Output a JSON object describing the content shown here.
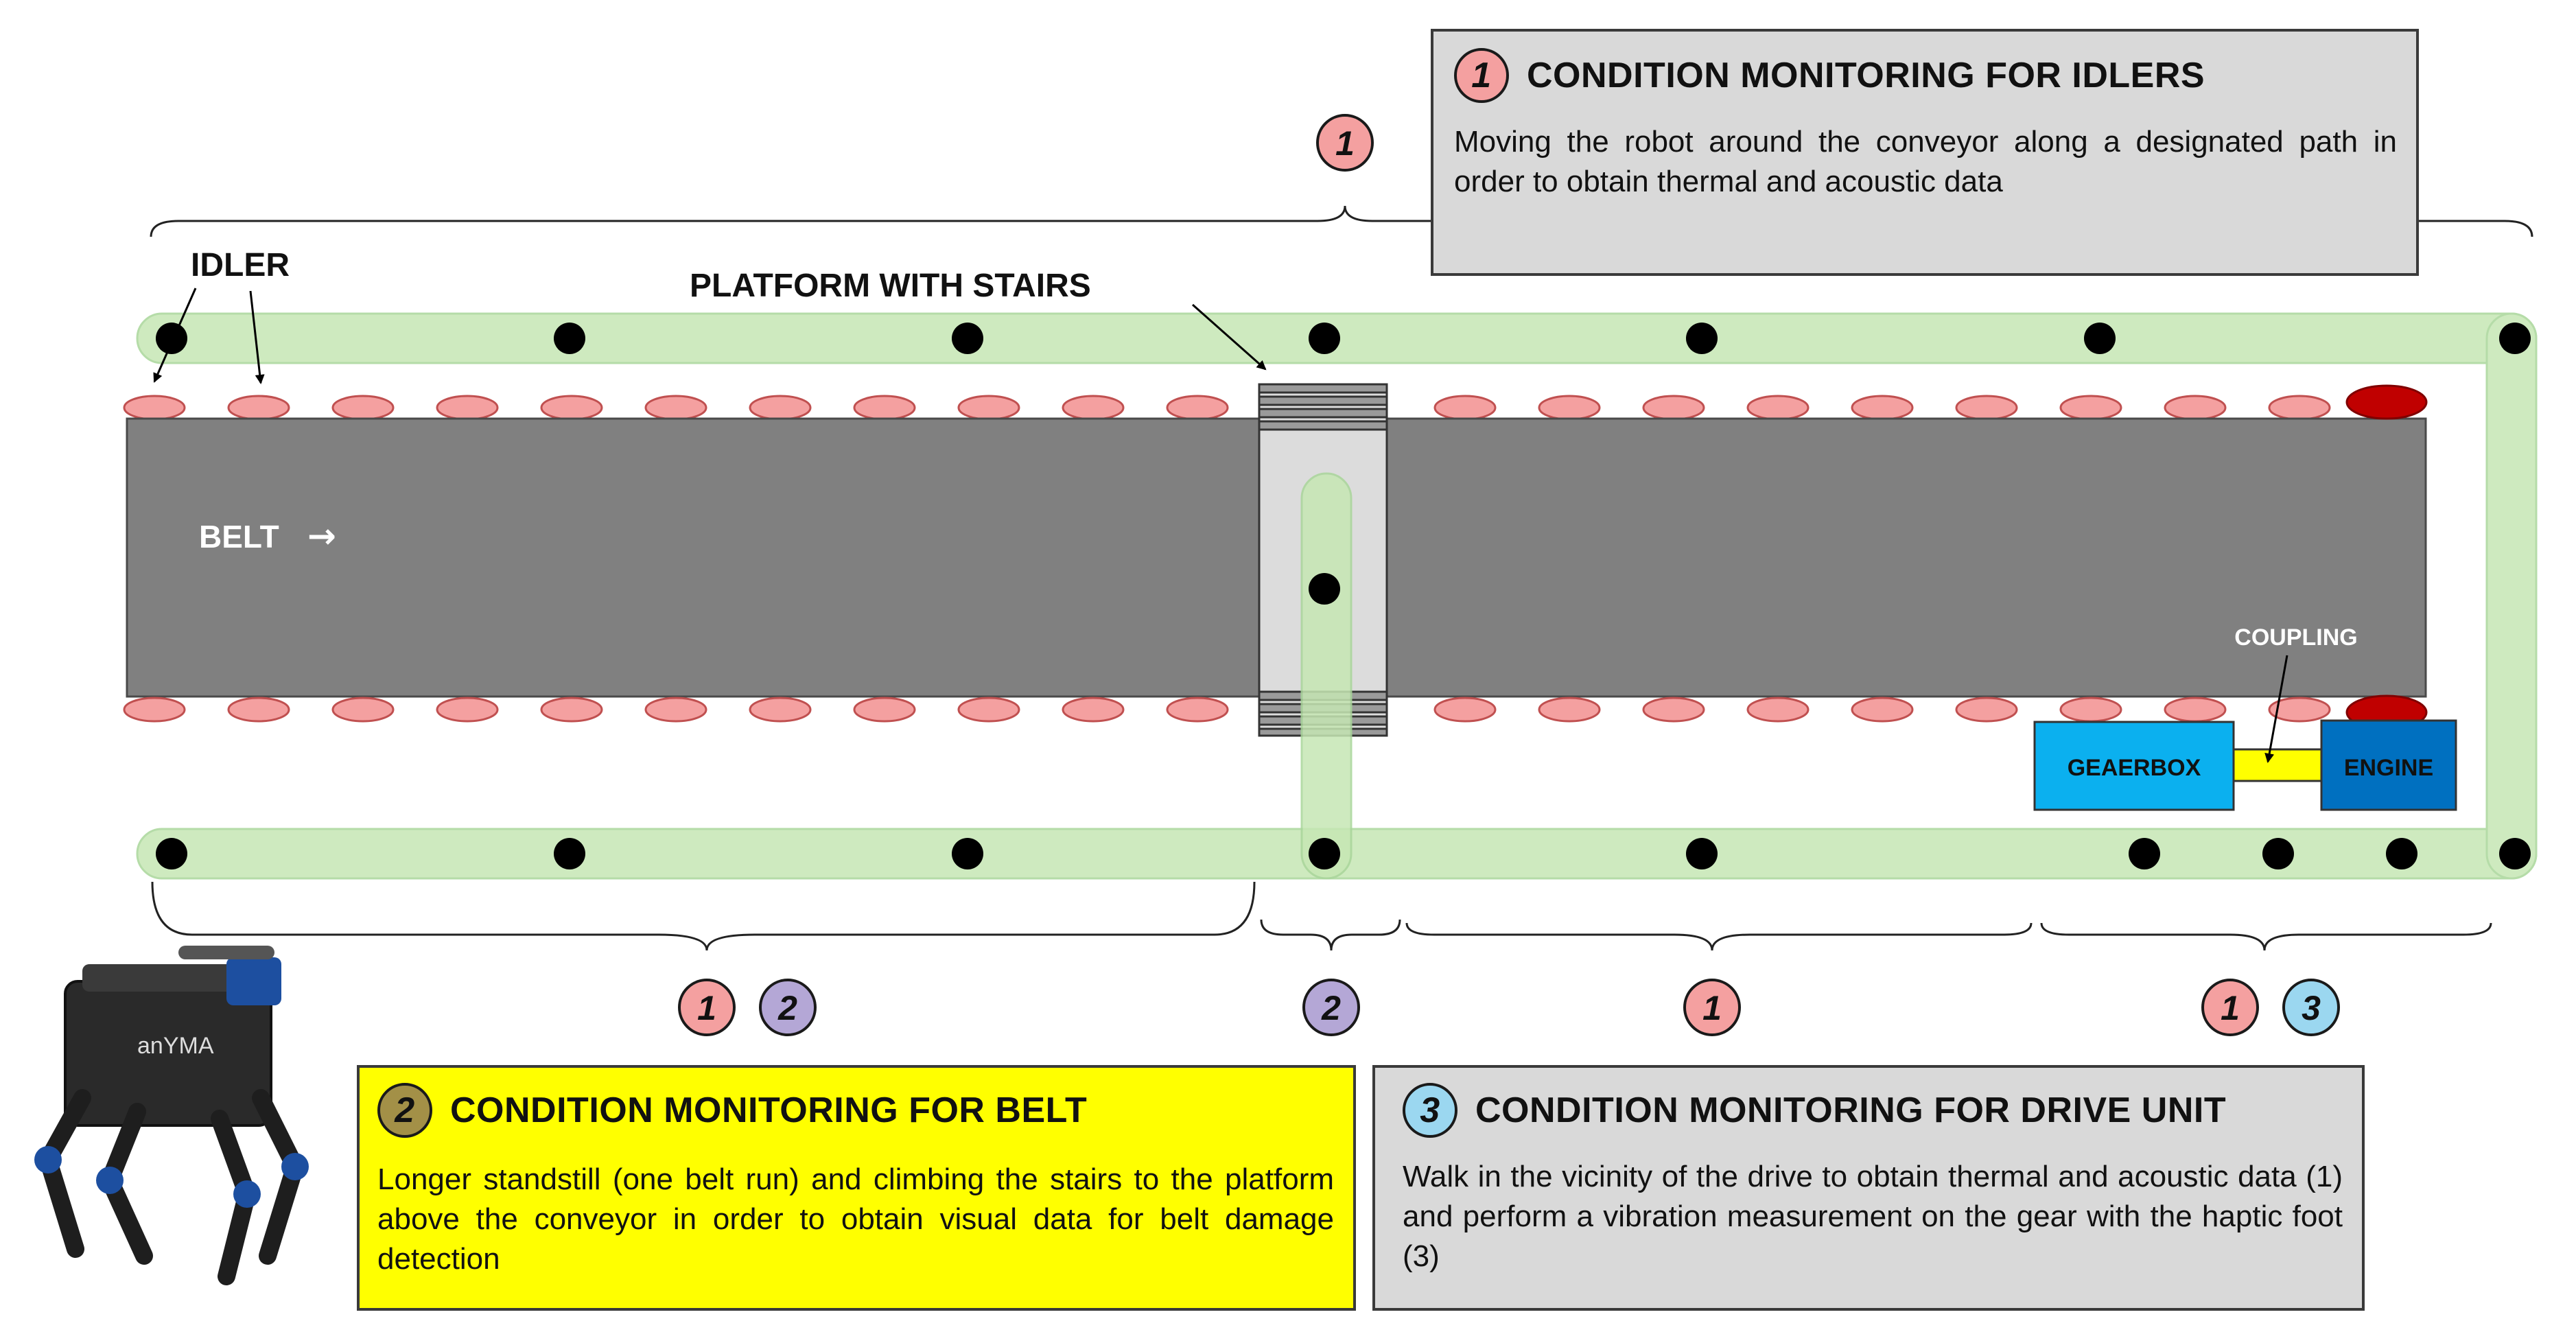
{
  "colors": {
    "belt": "#808080",
    "idler": "#f4a0a0",
    "drive_idler": "#c00000",
    "path": "#c6e7b4",
    "waypoint": "#000000",
    "gearbox": "#0bb0ef",
    "engine": "#0070c0",
    "coupling": "#ffff00",
    "badge_idler": "#f4a0a0",
    "badge_belt": "#b4a7d6",
    "badge_drive": "#9bd7f0",
    "badge_belt_header": "#a39047",
    "box_gray": "#d9d9d9",
    "box_yellow": "#ffff00"
  },
  "labels": {
    "idler": "IDLER",
    "platform": "PLATFORM WITH STAIRS",
    "belt": "BELT",
    "belt_arrow": "→",
    "coupling": "COUPLING",
    "gearbox": "GEAERBOX",
    "engine": "ENGINE",
    "robot_logo": "anYMA"
  },
  "badges": {
    "top": "1",
    "g1a": "1",
    "g1b": "2",
    "g2": "2",
    "g3": "1",
    "g4a": "1",
    "g4b": "3"
  },
  "boxes": {
    "idlers": {
      "number": "1",
      "title": "CONDITION MONITORING FOR IDLERS",
      "body": "Moving the robot around the conveyor along a designated path in order to obtain thermal and acoustic data"
    },
    "belt": {
      "number": "2",
      "title": "CONDITION MONITORING FOR BELT",
      "body": "Longer standstill (one belt run) and climbing the stairs to the platform above the conveyor in order to obtain visual data for belt damage detection"
    },
    "drive": {
      "number": "3",
      "title": "CONDITION MONITORING FOR DRIVE UNIT",
      "body": "Walk in the vicinity of the drive to obtain thermal and acoustic data (1) and perform a vibration measurement on the gear with the haptic foot (3)"
    }
  }
}
